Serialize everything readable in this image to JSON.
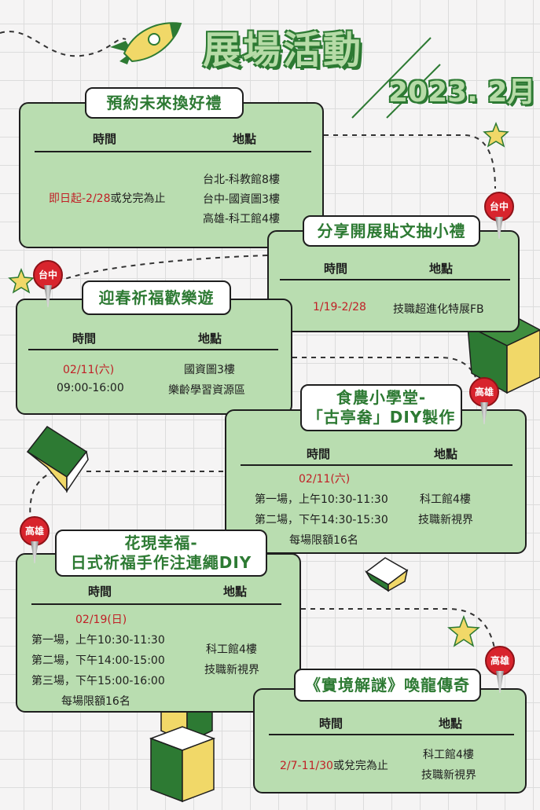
{
  "header": {
    "title": "展場活動",
    "date": "2023. 2月"
  },
  "labels": {
    "time": "時間",
    "place": "地點"
  },
  "colors": {
    "card_bg": "#b9ddb0",
    "title_green": "#2d7a33",
    "date_red": "#c02026",
    "pin_red": "#d8242d",
    "star_yellow": "#f1d868"
  },
  "events": [
    {
      "title": "預約未來換好禮",
      "times": [
        "即日起-2/28",
        "或兌完為止"
      ],
      "places": [
        "台北-科教館8樓",
        "台中-國資圖3樓",
        "高雄-科工館4樓"
      ]
    },
    {
      "pin": "台中",
      "title": "分享開展貼文抽小禮",
      "times": [
        "1/19-2/28"
      ],
      "places": [
        "技職超進化特展FB"
      ]
    },
    {
      "pin": "台中",
      "title": "迎春祈福歡樂遊",
      "times": [
        "02/11(六)",
        "09:00-16:00"
      ],
      "places": [
        "國資圖3樓",
        "樂齡學習資源區"
      ]
    },
    {
      "pin": "高雄",
      "title": [
        "食農小學堂-",
        "「古亭畚」DIY製作"
      ],
      "date": "02/11(六)",
      "times": [
        "第一場，上午10:30-11:30",
        "第二場，下午14:30-15:30"
      ],
      "places": [
        "科工館4樓",
        "技職新視界"
      ],
      "note": "每場限額16名"
    },
    {
      "pin": "高雄",
      "title": [
        "花現幸福-",
        "日式祈福手作注連繩DIY"
      ],
      "date": "02/19(日)",
      "times": [
        "第一場，上午10:30-11:30",
        "第二場，下午14:00-15:00",
        "第三場，下午15:00-16:00"
      ],
      "places": [
        "科工館4樓",
        "技職新視界"
      ],
      "note": "每場限額16名"
    },
    {
      "pin": "高雄",
      "title": "《實境解謎》喚龍傳奇",
      "times": [
        "2/7-11/30",
        "或兌完為止"
      ],
      "places": [
        "科工館4樓",
        "技職新視界"
      ]
    }
  ]
}
